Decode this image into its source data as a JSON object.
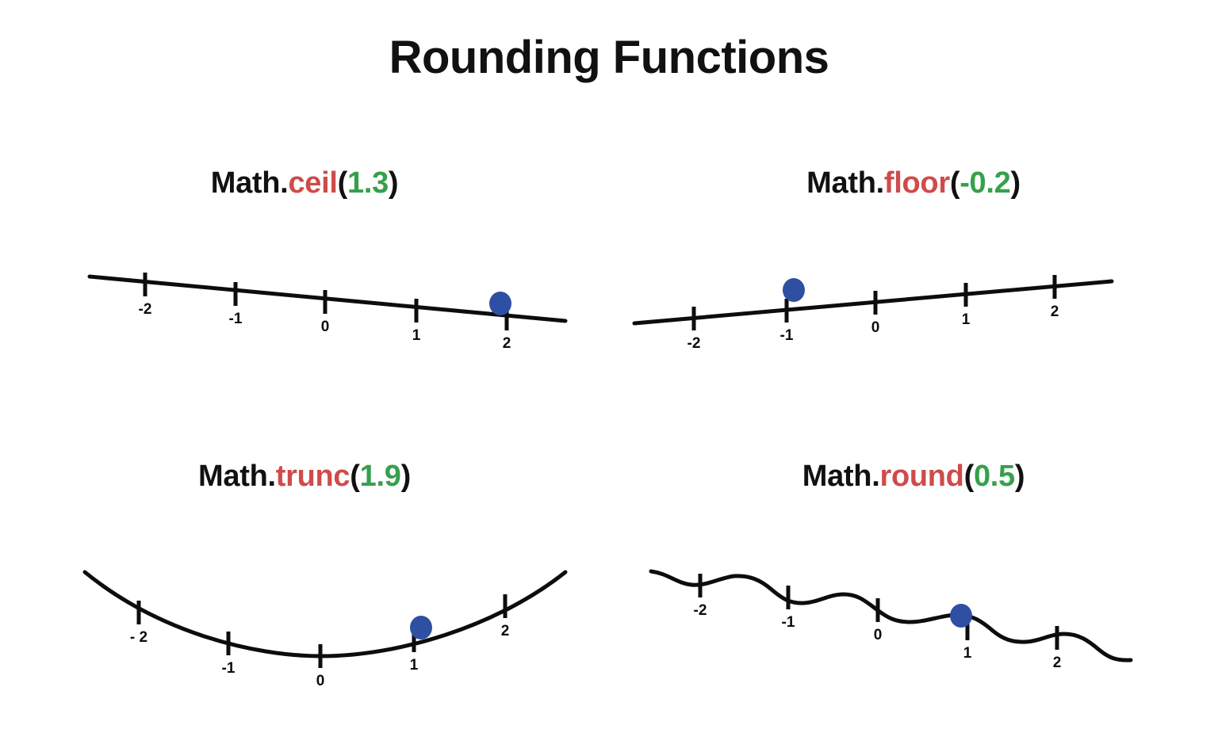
{
  "page": {
    "title": "Rounding Functions",
    "background_color": "#ffffff"
  },
  "colors": {
    "text": "#111111",
    "function_name": "#cf4b4b",
    "argument": "#36a04c",
    "line": "#0d0d0d",
    "dot": "#2f4fa3"
  },
  "panels": [
    {
      "id": "ceil",
      "label_object": "Math.",
      "label_function": "ceil",
      "label_paren_open": "(",
      "label_argument": "1.3",
      "label_paren_close": ")",
      "label_full": "Math.ceil(1.3)",
      "curve_shape": "descending-line",
      "tick_labels": [
        "-2",
        "-1",
        "0",
        "1",
        "2"
      ],
      "marker_value": "1.3",
      "marker_label": "blue-dot"
    },
    {
      "id": "floor",
      "label_object": "Math.",
      "label_function": "floor",
      "label_paren_open": "(",
      "label_argument": "-0.2",
      "label_paren_close": ")",
      "label_full": "Math.floor(-0.2)",
      "curve_shape": "ascending-line",
      "tick_labels": [
        "-2",
        "-1",
        "0",
        "1",
        "2"
      ],
      "marker_value": "-0.2",
      "marker_label": "blue-dot"
    },
    {
      "id": "trunc",
      "label_object": "Math.",
      "label_function": "trunc",
      "label_paren_open": "(",
      "label_argument": "1.9",
      "label_paren_close": ")",
      "label_full": "Math.trunc(1.9)",
      "curve_shape": "parabola-up",
      "tick_labels": [
        "- 2",
        "-1",
        "0",
        "1",
        "2"
      ],
      "marker_value": "1.9",
      "marker_label": "blue-dot"
    },
    {
      "id": "round",
      "label_object": "Math.",
      "label_function": "round",
      "label_paren_open": "(",
      "label_argument": "0.5",
      "label_paren_close": ")",
      "label_full": "Math.round(0.5)",
      "curve_shape": "wavy-descending",
      "tick_labels": [
        "-2",
        "-1",
        "0",
        "1",
        "2"
      ],
      "marker_value": "0.5",
      "marker_label": "blue-dot"
    }
  ],
  "chart_data": {
    "type": "line",
    "title": "Rounding Functions",
    "xlabel": "",
    "ylabel": "",
    "grid": false,
    "legend": "none",
    "subplots": [
      {
        "title": "Math.ceil(1.3)",
        "type": "line",
        "shape": "descending-line",
        "x": [
          -2,
          -1,
          0,
          1,
          2
        ],
        "tick_labels": [
          "-2",
          "-1",
          "0",
          "1",
          "2"
        ],
        "marker": {
          "x": 1.75,
          "label": "1.3",
          "color": "#2f4fa3"
        },
        "xlim": [
          -2.6,
          2.6
        ]
      },
      {
        "title": "Math.floor(-0.2)",
        "type": "line",
        "shape": "ascending-line",
        "x": [
          -2,
          -1,
          0,
          1,
          2
        ],
        "tick_labels": [
          "-2",
          "-1",
          "0",
          "1",
          "2"
        ],
        "marker": {
          "x": -0.85,
          "label": "-0.2",
          "color": "#2f4fa3"
        },
        "xlim": [
          -2.6,
          2.6
        ]
      },
      {
        "title": "Math.trunc(1.9)",
        "type": "line",
        "shape": "parabola-up",
        "x": [
          -2,
          -1,
          0,
          1,
          2
        ],
        "tick_labels": [
          "- 2",
          "-1",
          "0",
          "1",
          "2"
        ],
        "marker": {
          "x": 1.15,
          "label": "1.9",
          "color": "#2f4fa3"
        },
        "xlim": [
          -2.6,
          2.6
        ]
      },
      {
        "title": "Math.round(0.5)",
        "type": "line",
        "shape": "wavy-descending",
        "x": [
          -2,
          -1,
          0,
          1,
          2
        ],
        "tick_labels": [
          "-2",
          "-1",
          "0",
          "1",
          "2"
        ],
        "marker": {
          "x": 0.85,
          "label": "0.5",
          "color": "#2f4fa3"
        },
        "xlim": [
          -2.6,
          2.6
        ]
      }
    ]
  }
}
